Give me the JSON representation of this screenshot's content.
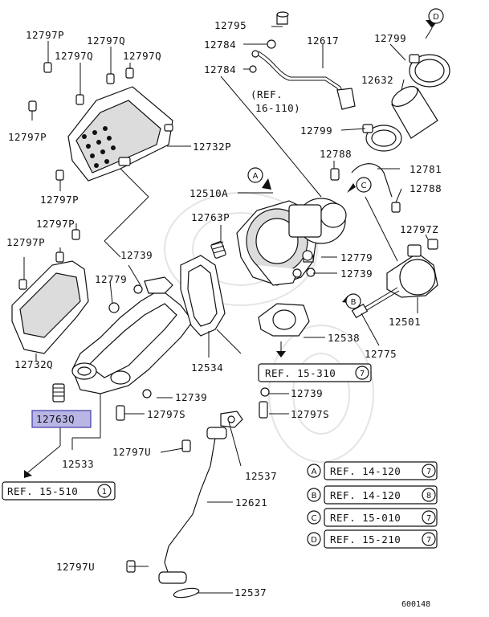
{
  "labels": {
    "p12797P_a": "12797P",
    "p12797Q_a": "12797Q",
    "p12797Q_b": "12797Q",
    "p12797Q_c": "12797Q",
    "p12797P_b": "12797P",
    "p12797P_c": "12797P",
    "p12797P_d": "12797P",
    "p12797P_e": "12797P",
    "p12732P": "12732P",
    "p12732Q": "12732Q",
    "p12795": "12795",
    "p12784_a": "12784",
    "p12784_b": "12784",
    "p12617": "12617",
    "p12799_a": "12799",
    "p12799_b": "12799",
    "p12632": "12632",
    "p12788_a": "12788",
    "p12788_b": "12788",
    "p12781": "12781",
    "p12510A": "12510A",
    "p12763P": "12763P",
    "p12763Q": "12763Q",
    "p12797Z": "12797Z",
    "p12739_a": "12739",
    "p12739_b": "12739",
    "p12739_c": "12739",
    "p12739_d": "12739",
    "p12779_a": "12779",
    "p12779_b": "12779",
    "p12501": "12501",
    "p12538": "12538",
    "p12775": "12775",
    "p12534": "12534",
    "p12797S_a": "12797S",
    "p12797S_b": "12797S",
    "p12797U_a": "12797U",
    "p12797U_b": "12797U",
    "p12533": "12533",
    "p12537_a": "12537",
    "p12537_b": "12537",
    "p12621": "12621",
    "ref_16_110_a": "(REF.",
    "ref_16_110_b": "16-110)",
    "diagram_code": "600148"
  },
  "references": [
    {
      "text": "REF. 15-310",
      "num": "7"
    },
    {
      "text": "REF. 15-510",
      "num": "1"
    }
  ],
  "legend": [
    {
      "letter": "A",
      "text": "REF. 14-120",
      "num": "7"
    },
    {
      "letter": "B",
      "text": "REF. 14-120",
      "num": "8"
    },
    {
      "letter": "C",
      "text": "REF. 15-010",
      "num": "7"
    },
    {
      "letter": "D",
      "text": "REF. 15-210",
      "num": "7"
    }
  ],
  "callouts": [
    "A",
    "B",
    "C",
    "D"
  ],
  "highlighted_part": "12763Q",
  "colors": {
    "highlight_fill": "#b9b6e6",
    "highlight_border": "#3d3aa6",
    "line": "#111111"
  }
}
